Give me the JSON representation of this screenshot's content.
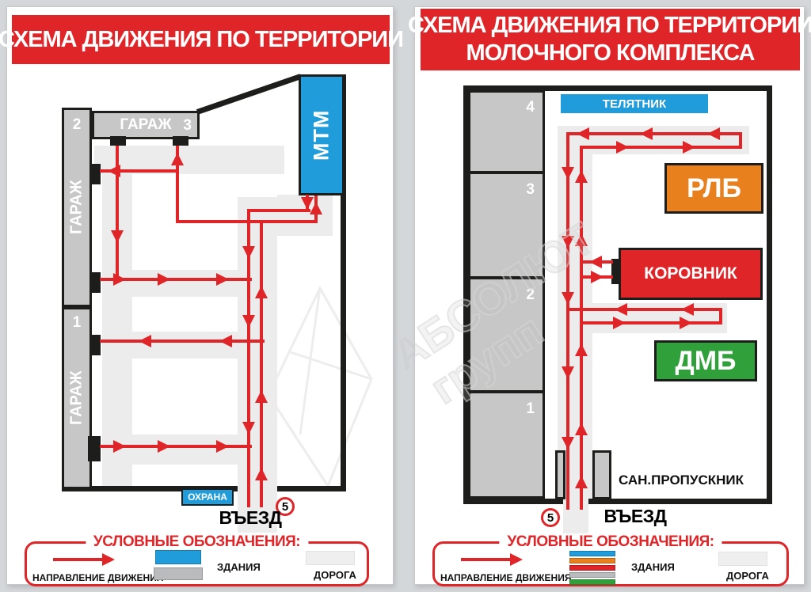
{
  "colors": {
    "accent_red": "#e02529",
    "building_blue": "#1f9cd9",
    "building_orange": "#e8801e",
    "building_green": "#2fa03a",
    "building_gray": "#c7c7c7",
    "road_gray": "#ececec",
    "outline_black": "#1d1d1b"
  },
  "watermark": {
    "line1": "АБСОЛЮТ",
    "line2": "групп"
  },
  "left_panel": {
    "title": "СХЕМА ДВИЖЕНИЯ ПО ТЕРРИТОРИИ",
    "map": {
      "garage_top_label": "ГАРАЖ",
      "garage_top_number": "3",
      "garage_left_upper_number": "2",
      "garage_left_upper_label": "ГАРАЖ",
      "garage_left_lower_number": "1",
      "garage_left_lower_label": "ГАРАЖ",
      "mtm_label": "МТМ",
      "security_label": "ОХРАНА",
      "entrance_label": "ВЪЕЗД",
      "speed_limit": "5"
    },
    "legend": {
      "title": "УСЛОВНЫЕ ОБОЗНАЧЕНИЯ:",
      "direction_label": "НАПРАВЛЕНИЕ ДВИЖЕНИЯ",
      "buildings_label": "ЗДАНИЯ",
      "road_label": "ДОРОГА"
    }
  },
  "right_panel": {
    "title_line1": "СХЕМА ДВИЖЕНИЯ ПО ТЕРРИТОРИИ",
    "title_line2": "МОЛОЧНОГО КОМПЛЕКСА",
    "map": {
      "block_numbers": [
        "4",
        "3",
        "2",
        "1"
      ],
      "telyatnik_label": "ТЕЛЯТНИК",
      "rlb_label": "РЛБ",
      "korovnik_label": "КОРОВНИК",
      "dmb_label": "ДМБ",
      "san_label": "САН.ПРОПУСКНИК",
      "entrance_label": "ВЪЕЗД",
      "speed_limit": "5"
    },
    "legend": {
      "title": "УСЛОВНЫЕ ОБОЗНАЧЕНИЯ:",
      "direction_label": "НАПРАВЛЕНИЕ ДВИЖЕНИЯ",
      "buildings_label": "ЗДАНИЯ",
      "road_label": "ДОРОГА"
    }
  }
}
